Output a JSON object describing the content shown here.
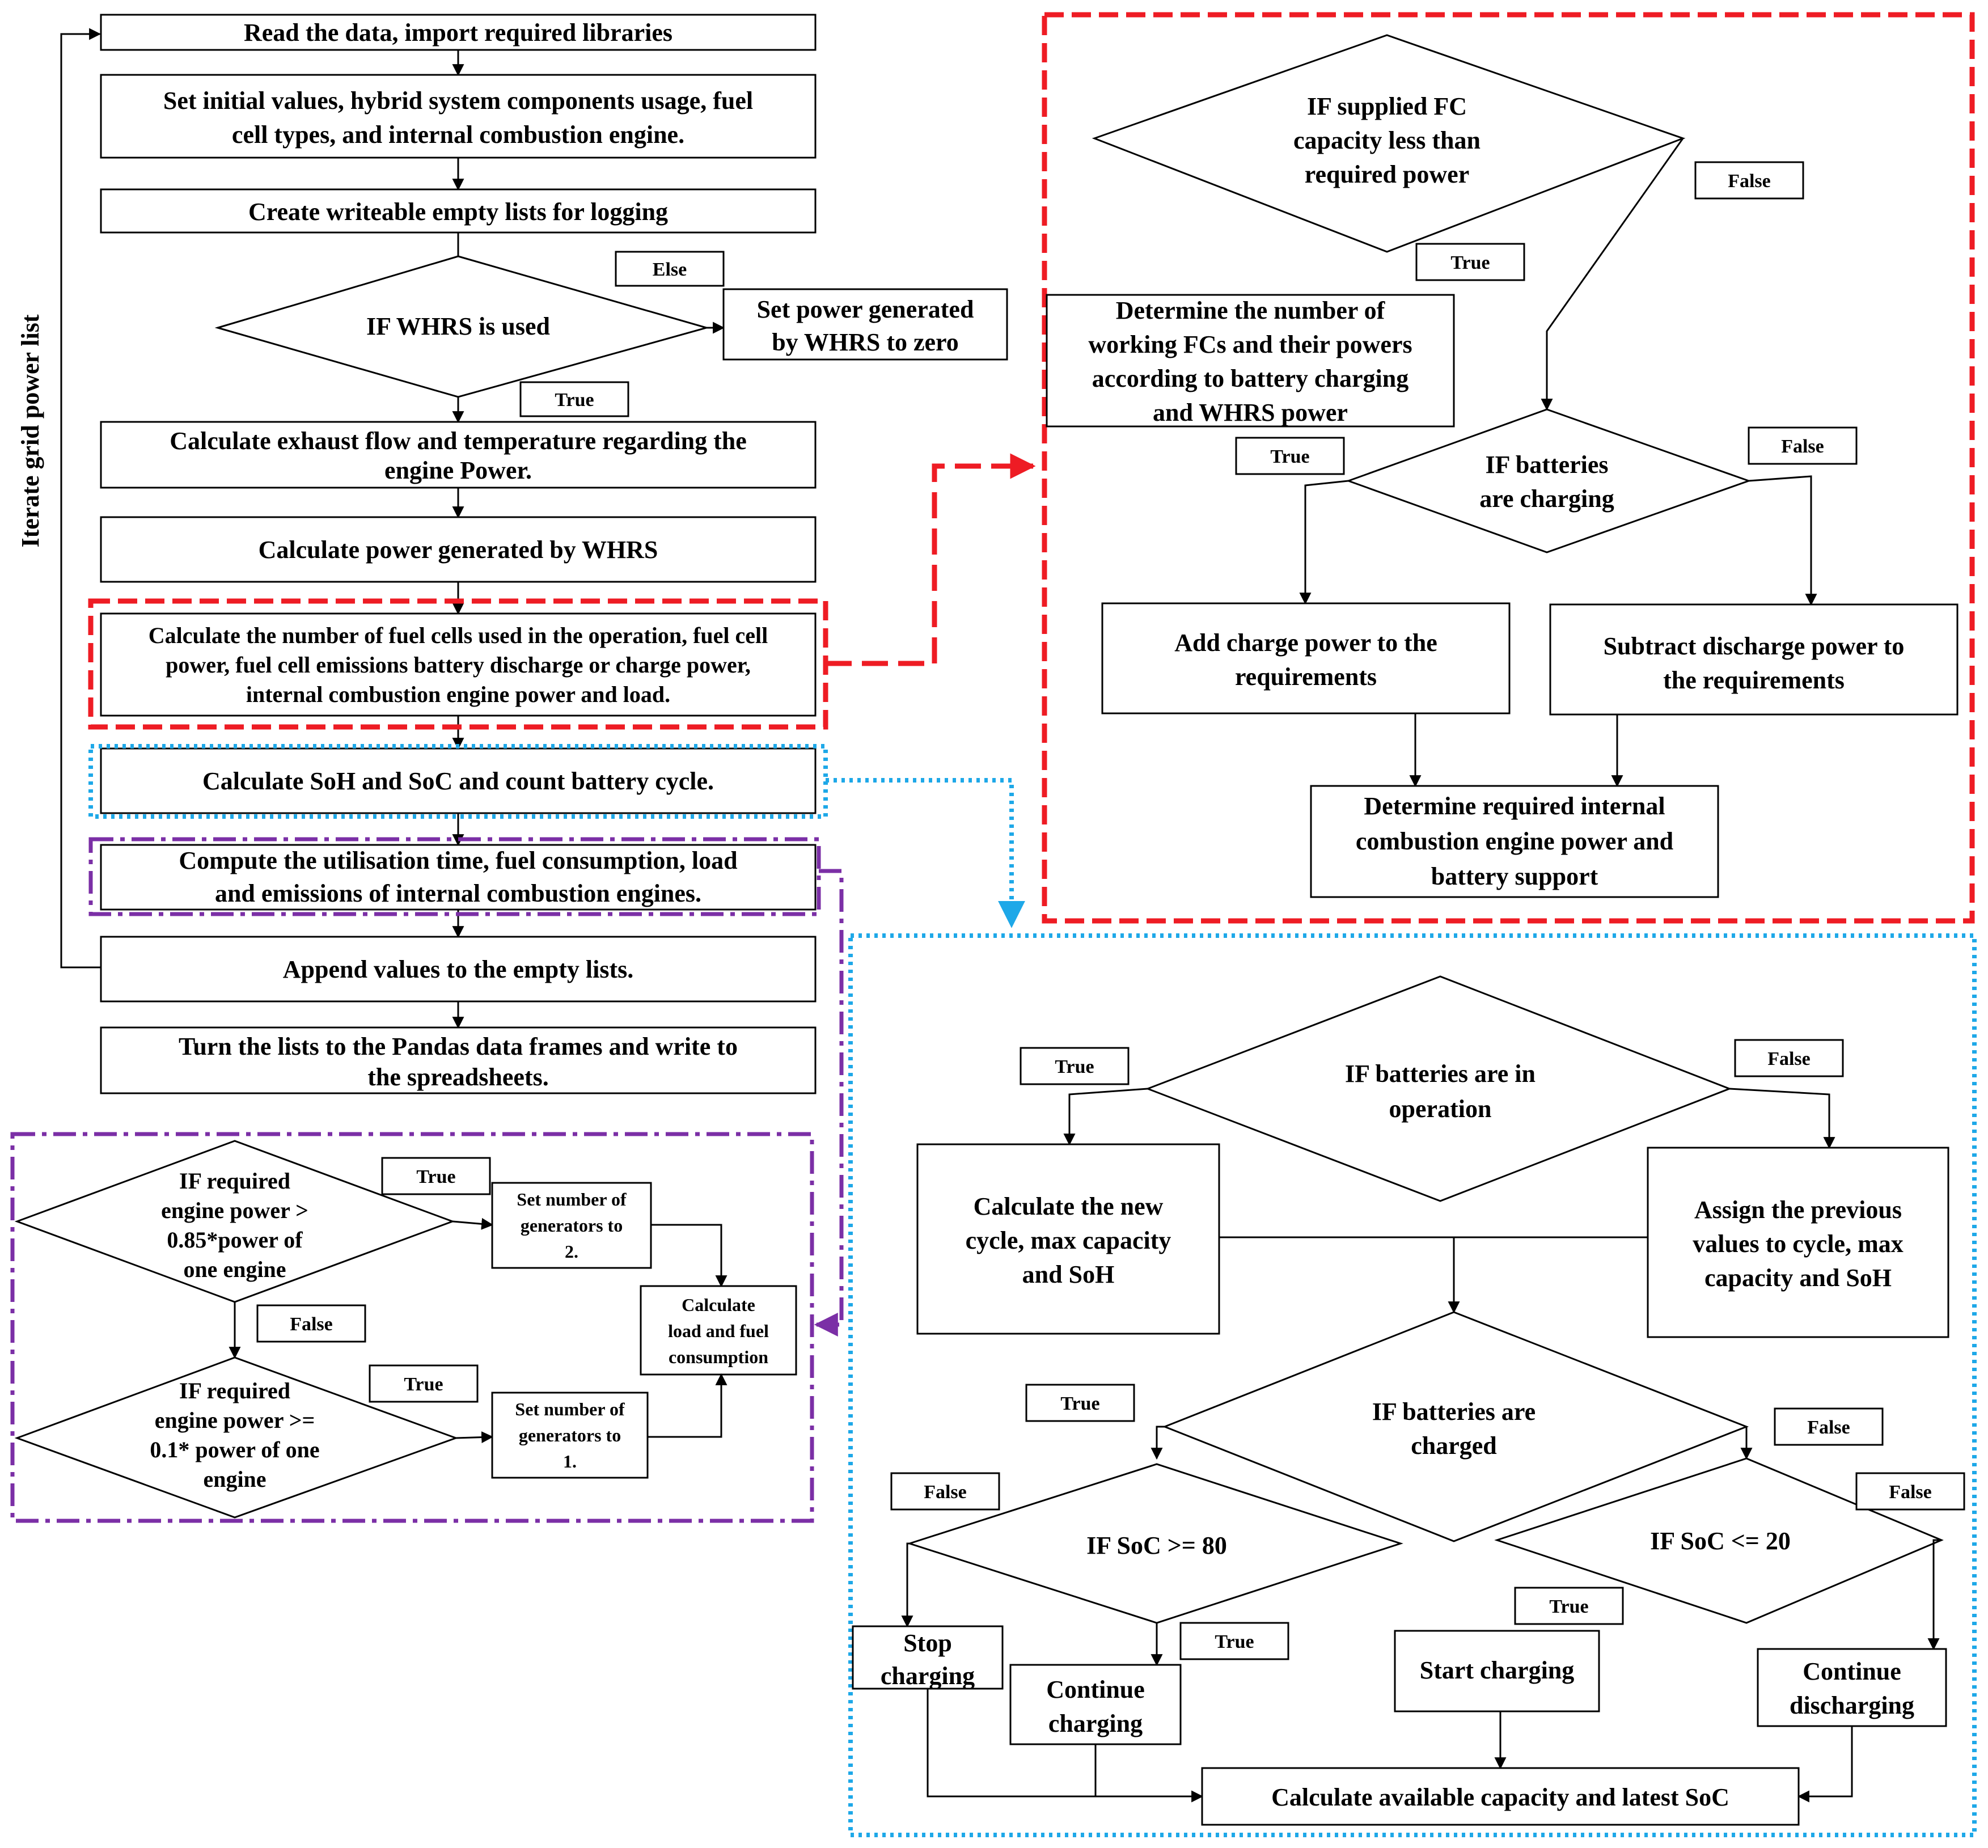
{
  "main_flow": {
    "read_data": "Read the data, import required libraries",
    "set_initial": [
      "Set initial values, hybrid system components usage, fuel",
      "cell types, and internal combustion engine."
    ],
    "create_lists": "Create writeable empty lists for logging",
    "if_whrs": "IF WHRS is used",
    "else_label": "Else",
    "whrs_zero": [
      "Set power generated",
      "by WHRS to zero"
    ],
    "true_label": "True",
    "calc_exhaust": [
      "Calculate exhaust flow and temperature regarding the",
      "engine Power."
    ],
    "calc_whrs_power": "Calculate power generated by WHRS",
    "calc_fuel_cells": [
      "Calculate the number of fuel cells used in the operation, fuel cell",
      "power, fuel cell emissions battery discharge or charge power,",
      "internal combustion engine power and load."
    ],
    "calc_soh": "Calculate SoH and SoC and count battery cycle.",
    "compute_util": [
      "Compute the utilisation time, fuel consumption, load",
      "and emissions of internal combustion engines."
    ],
    "append": "Append values to the empty lists.",
    "pandas": [
      "Turn the lists to the Pandas data frames and write to",
      "the spreadsheets."
    ],
    "loop_label": "Iterate grid power list"
  },
  "fc_panel": {
    "if_supplied": [
      "IF supplied  FC",
      "capacity less than",
      "required power"
    ],
    "false_label": "False",
    "true_label": "True",
    "determine_fcs": [
      "Determine the number of",
      "working FCs and their powers",
      "according to battery charging",
      "and WHRS power"
    ],
    "if_charging": [
      "IF batteries",
      "are charging"
    ],
    "true2": "True",
    "false2": "False",
    "add_charge": [
      "Add charge power to the",
      "requirements"
    ],
    "subtract_discharge": [
      "Subtract discharge power to",
      "the requirements"
    ],
    "determine_ice": [
      "Determine required internal",
      "combustion engine power and",
      "battery support"
    ]
  },
  "generator_panel": {
    "if_085": [
      "IF required",
      "engine power >",
      "0.85*power of",
      "one engine"
    ],
    "true_label": "True",
    "set_two": [
      "Set number of",
      "generators to",
      "2."
    ],
    "false_label": "False",
    "if_01": [
      "IF required",
      "engine power >=",
      "0.1* power of one",
      "engine"
    ],
    "true2": "True",
    "set_one": [
      "Set number of",
      "generators to",
      "1."
    ],
    "calc_load": [
      "Calculate",
      "load and fuel",
      "consumption"
    ]
  },
  "battery_panel": {
    "if_operation": [
      "IF batteries are in",
      "operation"
    ],
    "true_label": "True",
    "false_label": "False",
    "calc_new_cycle": [
      "Calculate the new",
      "cycle, max capacity",
      "and SoH"
    ],
    "assign_previous": [
      "Assign the previous",
      "values to cycle, max",
      "capacity and SoH"
    ],
    "if_charged": [
      "IF batteries are",
      "charged"
    ],
    "true2": "True",
    "false2": "False",
    "false3": "False",
    "if_soc80": "IF SoC >= 80",
    "false4": "False",
    "if_soc20": "IF SoC <= 20",
    "stop_charging": [
      "Stop",
      "charging"
    ],
    "true3": "True",
    "continue_charging": [
      "Continue",
      "charging"
    ],
    "true4": "True",
    "start_charging": "Start charging",
    "continue_discharging": [
      "Continue",
      "discharging"
    ],
    "calc_available": "Calculate available capacity and latest SoC"
  },
  "colors": {
    "fuel_cell_highlight": "#ee1c24",
    "battery_highlight": "#1ea8e8",
    "generator_highlight": "#7b2fa6"
  }
}
